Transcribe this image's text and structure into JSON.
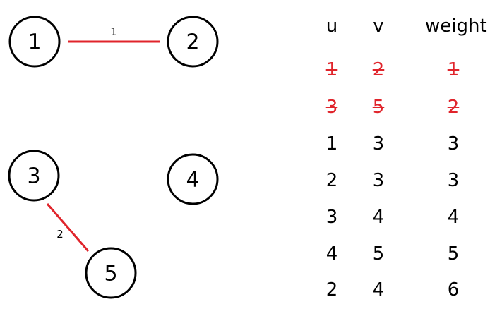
{
  "colors": {
    "selected_edge": "#e0242b",
    "node_stroke": "#000000",
    "text": "#000000"
  },
  "graph": {
    "nodes": [
      {
        "id": "1",
        "label": "1"
      },
      {
        "id": "2",
        "label": "2"
      },
      {
        "id": "3",
        "label": "3"
      },
      {
        "id": "4",
        "label": "4"
      },
      {
        "id": "5",
        "label": "5"
      }
    ],
    "edges": [
      {
        "u": "1",
        "v": "2",
        "weight_label": "1"
      },
      {
        "u": "3",
        "v": "5",
        "weight_label": "2"
      }
    ]
  },
  "table": {
    "headers": [
      "u",
      "v",
      "weight"
    ],
    "rows": [
      {
        "u": "1",
        "v": "2",
        "weight": "1",
        "struck": true
      },
      {
        "u": "3",
        "v": "5",
        "weight": "2",
        "struck": true
      },
      {
        "u": "1",
        "v": "3",
        "weight": "3",
        "struck": false
      },
      {
        "u": "2",
        "v": "3",
        "weight": "3",
        "struck": false
      },
      {
        "u": "3",
        "v": "4",
        "weight": "4",
        "struck": false
      },
      {
        "u": "4",
        "v": "5",
        "weight": "5",
        "struck": false
      },
      {
        "u": "2",
        "v": "4",
        "weight": "6",
        "struck": false
      }
    ]
  }
}
